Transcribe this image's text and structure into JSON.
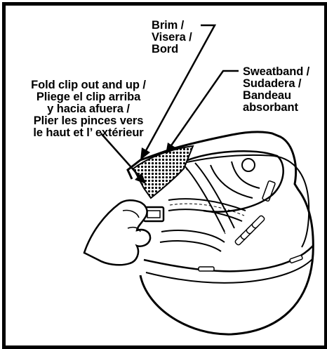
{
  "labels": {
    "brim": "Brim /\nVisera /\nBord",
    "sweatband": "Sweatband /\nSudadera /\nBandeau\nabsorbant",
    "fold_clip": "Fold clip out and up /\nPliege el clip arriba\ny hacia afuera /\nPlier les pinces vers\nle haut et l’ extérieur"
  },
  "colors": {
    "ink": "#000000",
    "paper": "#ffffff"
  }
}
